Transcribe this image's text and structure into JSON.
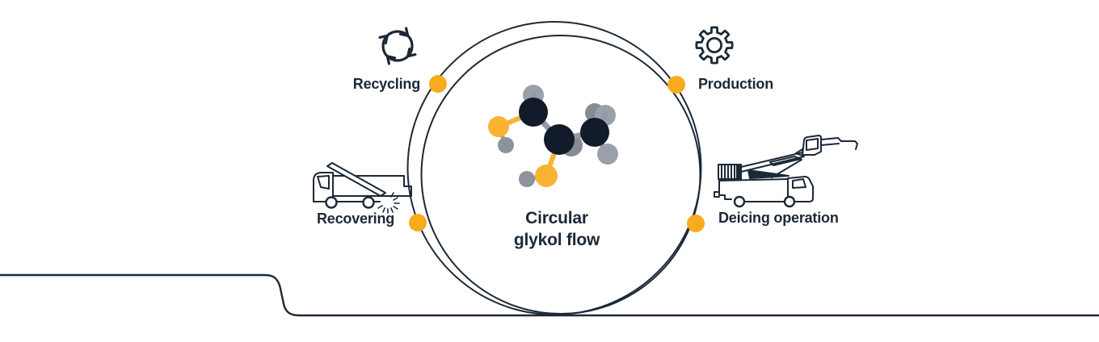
{
  "colors": {
    "line": "#1c2836",
    "accent": "#f8ab1f",
    "atom_carbon": "#111b2a",
    "atom_oxygen": "#f9b232",
    "atom_hydrogen_gray": "#9aa0ab",
    "bond_gray": "#9499a4",
    "background": "#ffffff"
  },
  "center_title": {
    "line1": "Circular",
    "line2": "glykol flow"
  },
  "stations": [
    {
      "id": "recycling",
      "label": "Recycling",
      "icon": "recycling-arrows-icon"
    },
    {
      "id": "production",
      "label": "Production",
      "icon": "gear-icon"
    },
    {
      "id": "recovering",
      "label": "Recovering",
      "icon": "sweeper-truck-icon"
    },
    {
      "id": "deicing",
      "label": "Deicing operation",
      "icon": "deicing-truck-icon"
    }
  ],
  "molecule": {
    "name": "glycol molecule"
  }
}
